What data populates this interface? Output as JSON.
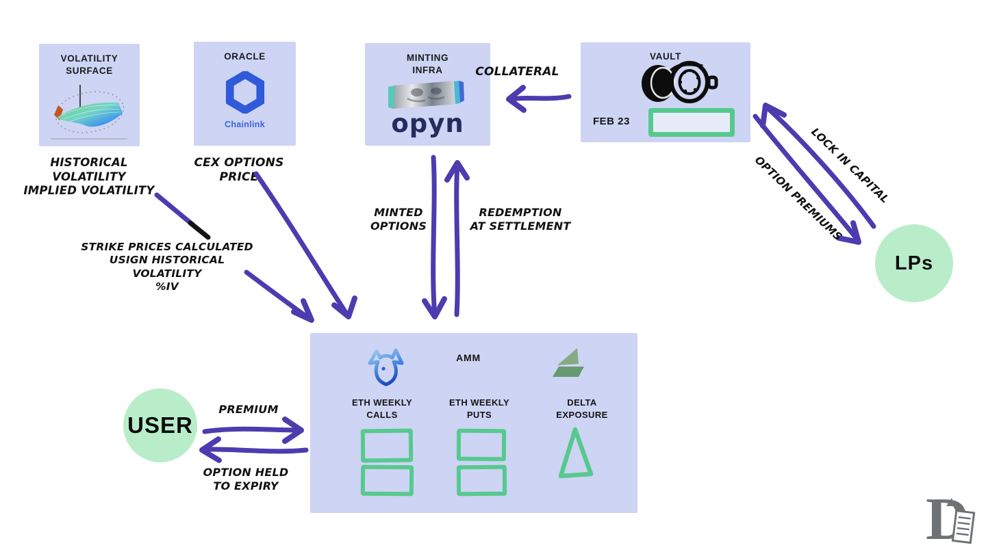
{
  "nodes": {
    "volatility_surface": {
      "title": [
        "VOLATILITY",
        "SURFACE"
      ],
      "caption": [
        "HISTORICAL VOLATILITY",
        "IMPLIED VOLATILITY"
      ]
    },
    "oracle": {
      "title": "ORACLE",
      "logo": "Chainlink",
      "caption": "CEX OPTIONS PRICE"
    },
    "minting_infra": {
      "title": [
        "MINTING",
        "INFRA"
      ],
      "logo": "opyn"
    },
    "vault": {
      "title": "VAULT",
      "expiry": "FEB 23"
    },
    "amm": {
      "title": "AMM",
      "columns": [
        {
          "label": [
            "ETH WEEKLY",
            "CALLS"
          ]
        },
        {
          "label": [
            "ETH WEEKLY",
            "PUTS"
          ]
        },
        {
          "label": [
            "DELTA",
            "EXPOSURE"
          ]
        }
      ]
    },
    "user": {
      "label": "USER"
    },
    "lps": {
      "label": "LPs"
    }
  },
  "edges": {
    "collateral": {
      "label": "COLLATERAL"
    },
    "minted_options": {
      "label": [
        "MINTED",
        "OPTIONS"
      ]
    },
    "redemption": {
      "label": [
        "REDEMPTION",
        "AT SETTLEMENT"
      ]
    },
    "premium": {
      "label": "PREMIUM"
    },
    "option_held": {
      "label": [
        "OPTION HELD",
        "TO EXPIRY"
      ]
    },
    "lock_in_capital": {
      "label": "LOCK IN CAPITAL"
    },
    "option_premiums": {
      "label": "OPTION PREMIUMS"
    }
  },
  "annotations": {
    "strike_note": [
      "STRIKE PRICES CALCULATED",
      "USIGN HISTORICAL VOLATILITY",
      "%IV"
    ]
  },
  "icons": {
    "volatility_surface": "3d-surface-plot",
    "oracle": "chainlink-hexagon",
    "minting_infra": "opyn-banner",
    "vault": "open-safe",
    "amm_left": "bull",
    "amm_right": "folded-green-mark",
    "delta": "triangle-outline",
    "corner": "document-monogram"
  },
  "colors": {
    "box_bg": "#cdd4f4",
    "arrow": "#4b3caf",
    "green": "#57c98e",
    "circle_bg": "#b9edca",
    "chainlink_blue": "#2f5ad8",
    "opyn_navy": "#232c5c"
  }
}
